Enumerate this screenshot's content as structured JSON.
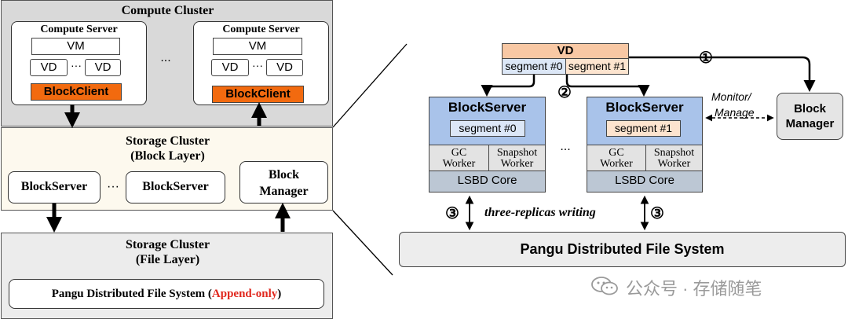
{
  "left": {
    "compute": {
      "title": "Compute Cluster",
      "server_title": "Compute Server",
      "vm": "VM",
      "vd": "VD",
      "vd_gap": "···",
      "client": "BlockClient",
      "servers_gap": "..."
    },
    "block_layer": {
      "title": "Storage Cluster",
      "subtitle": "(Block Layer)",
      "server": "BlockServer",
      "gap": "···",
      "manager_line1": "Block",
      "manager_line2": "Manager"
    },
    "file_layer": {
      "title": "Storage Cluster",
      "subtitle": "(File Layer)",
      "fs": "Pangu Distributed File System (",
      "fs_highlight": "Append-only",
      "fs_end": ")"
    }
  },
  "right": {
    "vd": {
      "title": "VD",
      "seg0": "segment #0",
      "seg1": "segment #1"
    },
    "block_server": {
      "title": "BlockServer",
      "seg0": "segment #0",
      "seg1": "segment #1",
      "gc_line1": "GC",
      "gc_line2": "Worker",
      "snap_line1": "Snapshot",
      "snap_line2": "Worker",
      "core": "LSBD Core"
    },
    "servers_gap": "...",
    "monitor_line1": "Monitor/",
    "monitor_line2": "Manage",
    "manager_line1": "Block",
    "manager_line2": "Manager",
    "step1": "①",
    "step2": "②",
    "step3": "③",
    "replicas": "three-replicas writing",
    "pangu": "Pangu Distributed File System"
  },
  "watermark": "公众号 · 存储随笔",
  "colors": {
    "block_client": "#f26a0f",
    "vd_header": "#f8c8a4",
    "segment_blue": "#dce7f7",
    "segment_peach": "#fde4cf",
    "block_server": "#a9c3ea",
    "worker": "#e3e3e3",
    "lsbd_core": "#bcc7d4",
    "append_only": "#e0261c"
  }
}
